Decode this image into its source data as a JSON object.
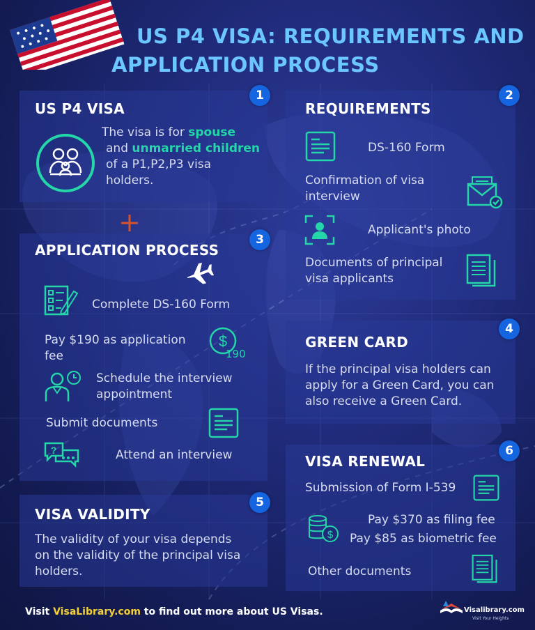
{
  "title": {
    "line1": "US P4 VISA: REQUIREMENTS AND",
    "line2": "APPLICATION PROCESS"
  },
  "section1": {
    "badge": "1",
    "heading": "US P4 VISA",
    "text_pre": "The visa is for ",
    "spouse": "spouse",
    "text_and": "and ",
    "children": "unmarried children",
    "text_post": "of a P1,P2,P3 visa holders.",
    "icon": "family-icon"
  },
  "section2": {
    "badge": "2",
    "heading": "REQUIREMENTS",
    "items": [
      {
        "label": "DS-160 Form",
        "icon": "form-icon"
      },
      {
        "label": "Confirmation of visa interview",
        "icon": "envelope-check-icon"
      },
      {
        "label": "Applicant's photo",
        "icon": "photo-icon"
      },
      {
        "label": "Documents of principal visa applicants",
        "icon": "documents-icon"
      }
    ]
  },
  "section3": {
    "badge": "3",
    "heading": "APPLICATION PROCESS",
    "items": [
      {
        "label": "Complete DS-160 Form",
        "icon": "checklist-icon"
      },
      {
        "label": "Pay $190 as application fee",
        "icon": "dollar-icon",
        "icon_text": "190"
      },
      {
        "label": "Schedule the interview appointment",
        "icon": "person-clock-icon"
      },
      {
        "label": "Submit documents",
        "icon": "document-icon"
      },
      {
        "label": "Attend an interview",
        "icon": "chat-question-icon"
      }
    ]
  },
  "section4": {
    "badge": "4",
    "heading": "GREEN CARD",
    "text": "If the principal visa holders can apply for a Green Card, you can also receive a Green Card."
  },
  "section5": {
    "badge": "5",
    "heading": "VISA VALIDITY",
    "text": "The validity of your visa depends on the validity of the principal visa holders."
  },
  "section6": {
    "badge": "6",
    "heading": "VISA RENEWAL",
    "items": [
      {
        "label": "Submission of Form I-539",
        "icon": "form-icon"
      },
      {
        "label": "Pay $370 as filing fee",
        "icon": "coins-icon"
      },
      {
        "label": "Pay $85 as biometric fee"
      },
      {
        "label": "Other documents",
        "icon": "documents-icon"
      }
    ]
  },
  "footer": {
    "pre": "Visit ",
    "link": "VisaLibrary.com",
    "post": " to find out more about US Visas."
  },
  "logo": {
    "name": "Visalibrary.com",
    "tagline": "Visit Your Heights"
  },
  "colors": {
    "accent_teal": "#25d6a8",
    "title_blue": "#6cc6ff",
    "badge_blue": "#1565e0",
    "link_yellow": "#f4cf3a"
  }
}
